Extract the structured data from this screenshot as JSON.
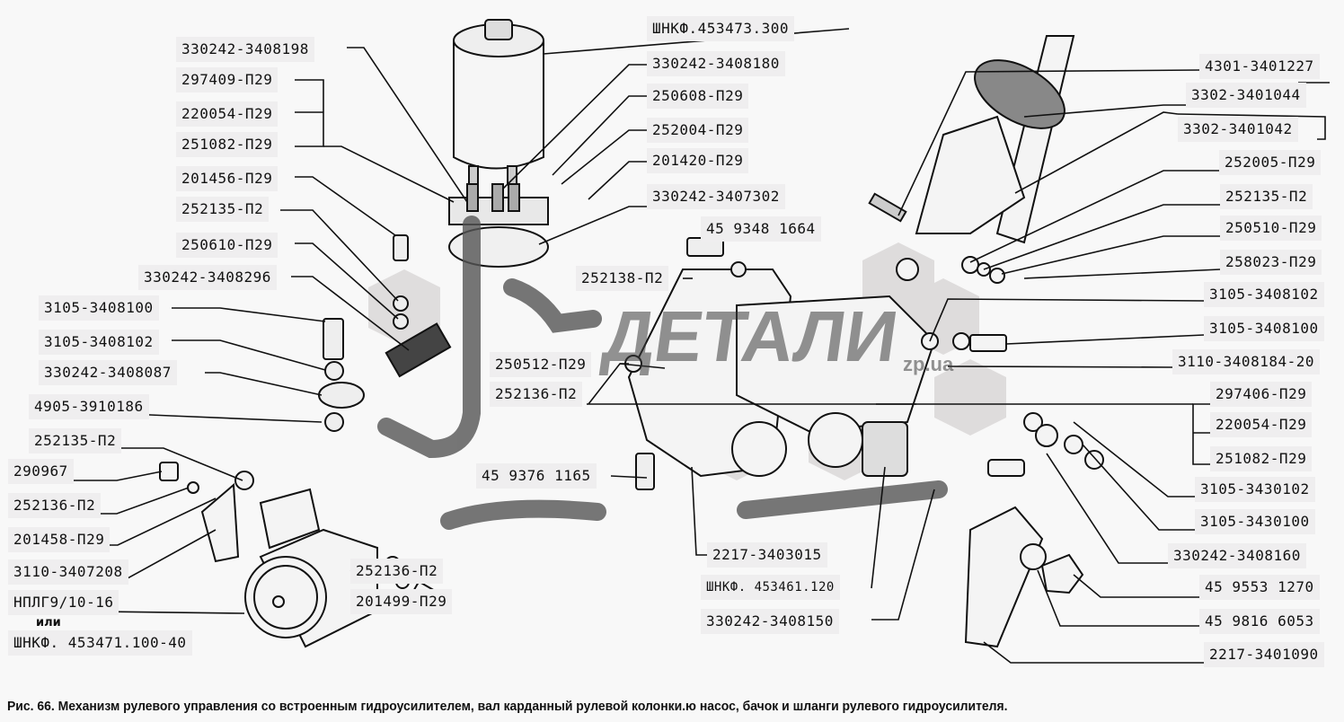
{
  "labels": {
    "tank": "ШНКФ.453473.300",
    "l_330242_3408198": "330242-3408198",
    "l_297409": "297409-П29",
    "l_220054a": "220054-П29",
    "l_251082a": "251082-П29",
    "l_201456": "201456-П29",
    "l_252135a": "252135-П2",
    "l_250610": "250610-П29",
    "l_330242_3408296": "330242-3408296",
    "l_3105_3408100a": "3105-3408100",
    "l_3105_3408102a": "3105-3408102",
    "l_330242_3408087": "330242-3408087",
    "l_4905_3910186": "4905-3910186",
    "l_252135b": "252135-П2",
    "l_290967": "290967",
    "l_252136a": "252136-П2",
    "l_201458": "201458-П29",
    "l_3110_3407208": "3110-3407208",
    "l_npl": "НПЛГ9/10-16",
    "l_or": "или",
    "l_pump": "ШНКФ. 453471.100-40",
    "l_330242_3408180": "330242-3408180",
    "l_250608": "250608-П29",
    "l_252004": "252004-П29",
    "l_201420": "201420-П29",
    "l_330242_3407302": "330242-3407302",
    "l_459348": "45 9348 1664",
    "l_252138": "252138-П2",
    "l_250512": "250512-П29",
    "l_252136b": "252136-П2",
    "l_459376": "45 9376 1165",
    "l_252136c": "252136-П2",
    "l_201499": "201499-П29",
    "l_2217_3403015": "2217-3403015",
    "l_shnkf_120": "ШНКФ. 453461.120",
    "l_330242_3408150": "330242-3408150",
    "l_4301": "4301-3401227",
    "l_3302_044": "3302-3401044",
    "l_3302_042": "3302-3401042",
    "l_252005": "252005-П29",
    "l_252135c": "252135-П2",
    "l_250510": "250510-П29",
    "l_258023": "258023-П29",
    "l_3105_3408102b": "3105-3408102",
    "l_3105_3408100b": "3105-3408100",
    "l_3110_3408184": "3110-3408184-20",
    "l_297406": "297406-П29",
    "l_220054b": "220054-П29",
    "l_251082b": "251082-П29",
    "l_3105_3430102": "3105-3430102",
    "l_3105_3430100": "3105-3430100",
    "l_330242_3408160": "330242-3408160",
    "l_459553": "45 9553 1270",
    "l_459816": "45 9816 6053",
    "l_2217_3401090": "2217-3401090"
  },
  "watermark": {
    "main": "ДЕТАЛИ",
    "sub": "zp.ua"
  },
  "caption": "Рис. 66. Механизм рулевого управления со встроенным гидроусилителем, вал карданный рулевой колонки.ю насос, бачок и шланги рулевого гидроусилителя."
}
